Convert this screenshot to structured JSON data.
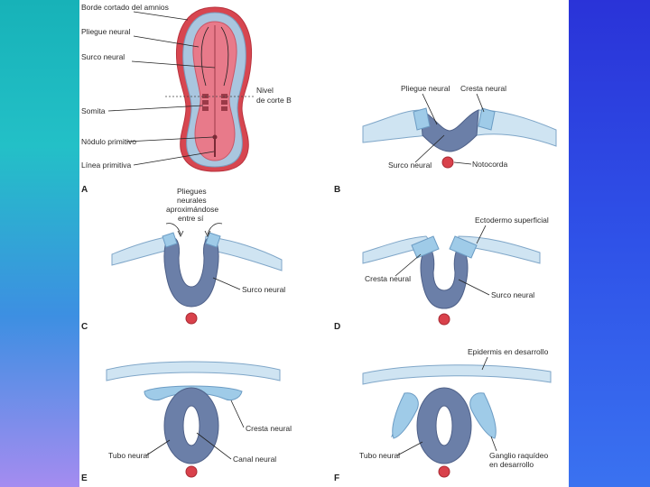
{
  "colors": {
    "neural_tissue": "#6b7fa8",
    "ectoderm": "#cfe4f2",
    "neural_crest": "#9fcbe8",
    "notochord": "#d9414b",
    "embryo_pink": "#e87a8a",
    "amnion_red": "#d03a45"
  },
  "panel_a": {
    "letter": "A",
    "labels": {
      "borde": "Borde cortado del amnios",
      "pliegue": "Pliegue neural",
      "surco": "Surco neural",
      "nivel_1": "Nivel",
      "nivel_2": "de corte B",
      "somita": "Somita",
      "nodulo": "Nódulo primitivo",
      "linea": "Línea primitiva"
    }
  },
  "panel_b": {
    "letter": "B",
    "labels": {
      "pliegue": "Pliegue neural",
      "cresta": "Cresta neural",
      "surco": "Surco neural",
      "notocorda": "Notocorda"
    }
  },
  "panel_c": {
    "letter": "C",
    "labels": {
      "pliegues_1": "Pliegues",
      "pliegues_2": "neurales",
      "pliegues_3": "aproximándose",
      "pliegues_4": "entre sí",
      "surco": "Surco neural"
    }
  },
  "panel_d": {
    "letter": "D",
    "labels": {
      "ectodermo": "Ectodermo superficial",
      "cresta": "Cresta neural",
      "surco": "Surco neural"
    }
  },
  "panel_e": {
    "letter": "E",
    "labels": {
      "cresta": "Cresta neural",
      "tubo": "Tubo neural",
      "canal": "Canal neural"
    }
  },
  "panel_f": {
    "letter": "F",
    "labels": {
      "epidermis": "Epidermis en desarrollo",
      "tubo": "Tubo neural",
      "ganglio_1": "Ganglio raquídeo",
      "ganglio_2": "en desarrollo"
    }
  }
}
